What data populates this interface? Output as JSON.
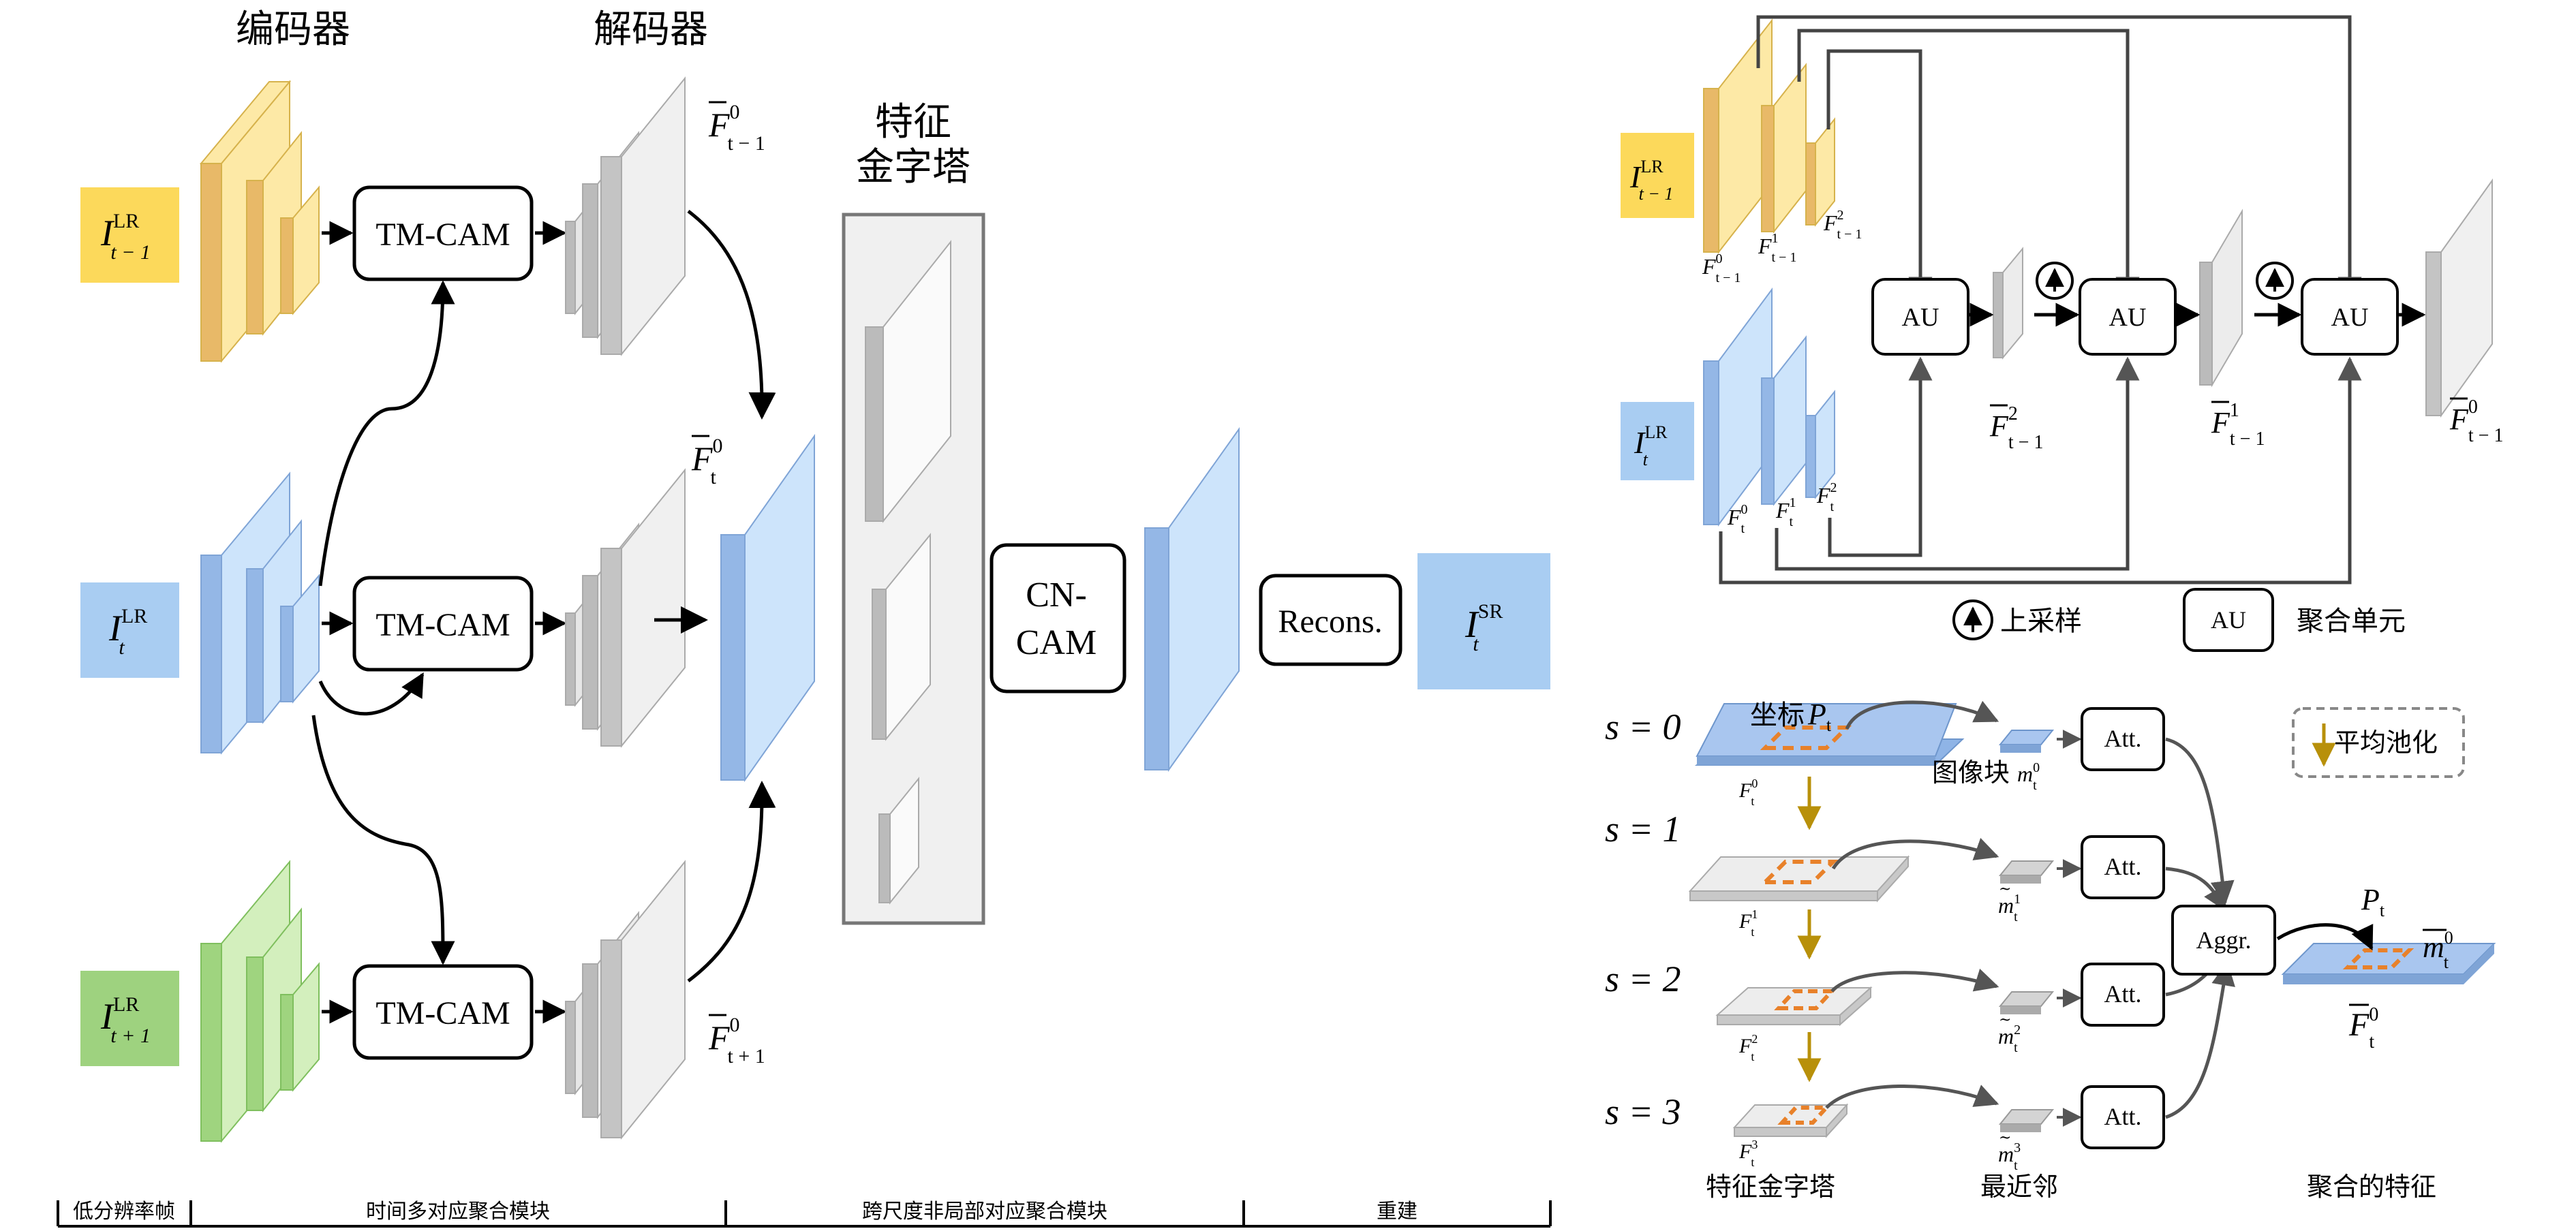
{
  "left": {
    "headers": {
      "encoder": "编码器",
      "decoder": "解码器",
      "pyramid_line1": "特征",
      "pyramid_line2": "金字塔"
    },
    "inputs": [
      {
        "base": "I",
        "sup": "LR",
        "sub": "t − 1",
        "color": "#fcd95b"
      },
      {
        "base": "I",
        "sup": "LR",
        "sub": "t",
        "color": "#a9cdf2"
      },
      {
        "base": "I",
        "sup": "LR",
        "sub": "t + 1",
        "color": "#9ed27f"
      }
    ],
    "module_label": "TM-CAM",
    "feature_labels": [
      {
        "base": "F",
        "sup": "0",
        "sub": "t − 1"
      },
      {
        "base": "F",
        "sup": "0",
        "sub": "t"
      },
      {
        "base": "F",
        "sup": "0",
        "sub": "t + 1"
      }
    ],
    "cn_cam_line1": "CN-",
    "cn_cam_line2": "CAM",
    "recons_label": "Recons.",
    "output": {
      "base": "I",
      "sup": "SR",
      "sub": "t",
      "color": "#a9cdf2"
    },
    "stages": [
      "低分辨率帧",
      "时间多对应聚合模块",
      "跨尺度非局部对应聚合模块",
      "重建"
    ]
  },
  "top_right": {
    "input_prev": {
      "base": "I",
      "sup": "LR",
      "sub": "t − 1"
    },
    "input_cur": {
      "base": "I",
      "sup": "LR",
      "sub": "t"
    },
    "prev_feats": [
      {
        "base": "F",
        "sup": "0",
        "sub": "t − 1"
      },
      {
        "base": "F",
        "sup": "1",
        "sub": "t − 1"
      },
      {
        "base": "F",
        "sup": "2",
        "sub": "t − 1"
      }
    ],
    "cur_feats": [
      {
        "base": "F",
        "sup": "0",
        "sub": "t"
      },
      {
        "base": "F",
        "sup": "1",
        "sub": "t"
      },
      {
        "base": "F",
        "sup": "2",
        "sub": "t"
      }
    ],
    "au_label": "AU",
    "agg_feats": [
      {
        "base": "F",
        "sup": "2",
        "sub": "t − 1"
      },
      {
        "base": "F",
        "sup": "1",
        "sub": "t − 1"
      },
      {
        "base": "F",
        "sup": "0",
        "sub": "t − 1"
      }
    ],
    "legend_upsample": "上采样",
    "legend_au": "AU",
    "legend_au_text": "聚合单元"
  },
  "bottom_right": {
    "scales": [
      "s = 0",
      "s = 1",
      "s = 2",
      "s = 3"
    ],
    "coord_text": "坐标",
    "coord_var": {
      "base": "P",
      "sub": "t"
    },
    "plane_feats": [
      {
        "base": "F",
        "sup": "0",
        "sub": "t"
      },
      {
        "base": "F",
        "sup": "1",
        "sub": "t"
      },
      {
        "base": "F",
        "sup": "2",
        "sub": "t"
      },
      {
        "base": "F",
        "sup": "3",
        "sub": "t"
      }
    ],
    "patch_label": "图像块",
    "patch_var": {
      "base": "m",
      "sup": "0",
      "sub": "t"
    },
    "patch_feats": [
      {
        "base": "m",
        "sup": "1",
        "sub": "t"
      },
      {
        "base": "m",
        "sup": "2",
        "sub": "t"
      },
      {
        "base": "m",
        "sup": "3",
        "sub": "t"
      }
    ],
    "att_label": "Att.",
    "aggr_label": "Aggr.",
    "out_point": {
      "base": "P",
      "sub": "t"
    },
    "out_patch": {
      "base": "m",
      "sup": "0",
      "sub": "t"
    },
    "out_feat": {
      "base": "F",
      "sup": "0",
      "sub": "t"
    },
    "legend_pool": "平均池化",
    "caption_pyramid": "特征金字塔",
    "caption_nn": "最近邻",
    "caption_agg": "聚合的特征"
  },
  "colors": {
    "yellow": "#fcd95b",
    "blue": "#a9cdf2",
    "green": "#9ed27f",
    "orange": "#e8812a",
    "gold": "#b8900a",
    "gray_box": "#f0f0f0"
  }
}
